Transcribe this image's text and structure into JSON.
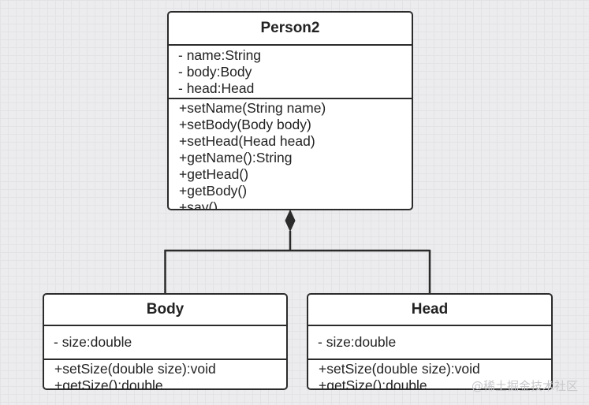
{
  "classes": {
    "person2": {
      "name": "Person2",
      "attributes": [
        "- name:String",
        "- body:Body",
        "- head:Head"
      ],
      "methods": [
        "+setName(String name)",
        "+setBody(Body body)",
        "+setHead(Head head)",
        "+getName():String",
        "+getHead()",
        "+getBody()",
        "+say()"
      ]
    },
    "body": {
      "name": "Body",
      "attributes": [
        "- size:double"
      ],
      "methods": [
        "+setSize(double size):void",
        "+getSize():double"
      ]
    },
    "head": {
      "name": "Head",
      "attributes": [
        "- size:double"
      ],
      "methods": [
        "+setSize(double size):void",
        "+getSize():double"
      ]
    }
  },
  "relationships": [
    {
      "type": "composition",
      "whole": "Person2",
      "parts": [
        "Body",
        "Head"
      ]
    }
  ],
  "watermark": "@稀土掘金技术社区",
  "colors": {
    "line": "#2b2b2b",
    "box_fill": "#ffffff",
    "background": "#ececee"
  }
}
